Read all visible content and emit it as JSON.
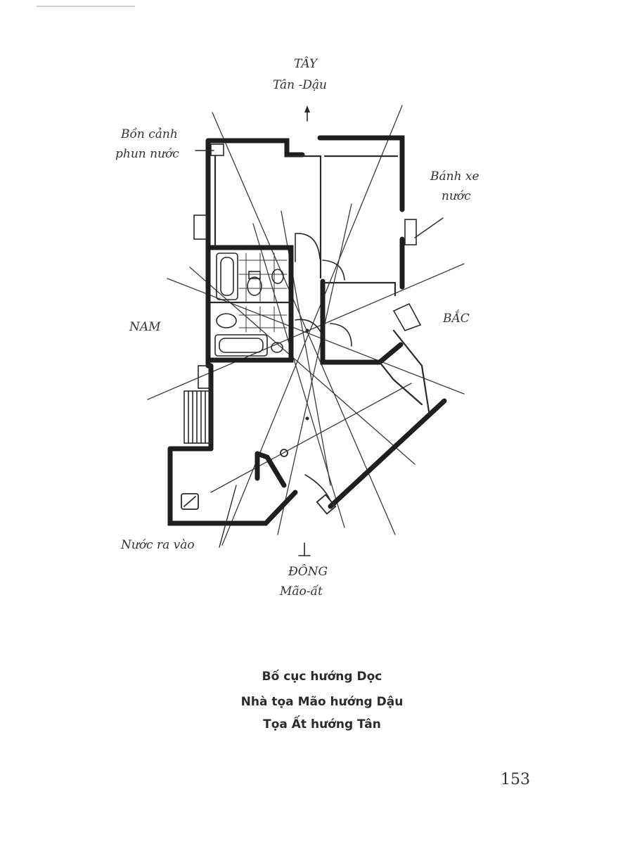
{
  "directions": {
    "north_top": {
      "name": "TÂY",
      "sub": "Tân -Dậu"
    },
    "south_bottom": {
      "name": "ĐÔNG",
      "sub": "Mão-ất"
    },
    "left": "NAM",
    "right": "BẮC"
  },
  "annotations": {
    "fountain_line1": "Bồn cảnh",
    "fountain_line2": "phun nước",
    "wheel_line1": "Bánh xe",
    "wheel_line2": "nước",
    "water_in_out": "Nước ra vào"
  },
  "caption": {
    "line1": "Bố cục hướng Dọc",
    "line2": "Nhà tọa Mão hướng Dậu",
    "line3": "Tọa Ất hướng Tân"
  },
  "page_number": "153"
}
